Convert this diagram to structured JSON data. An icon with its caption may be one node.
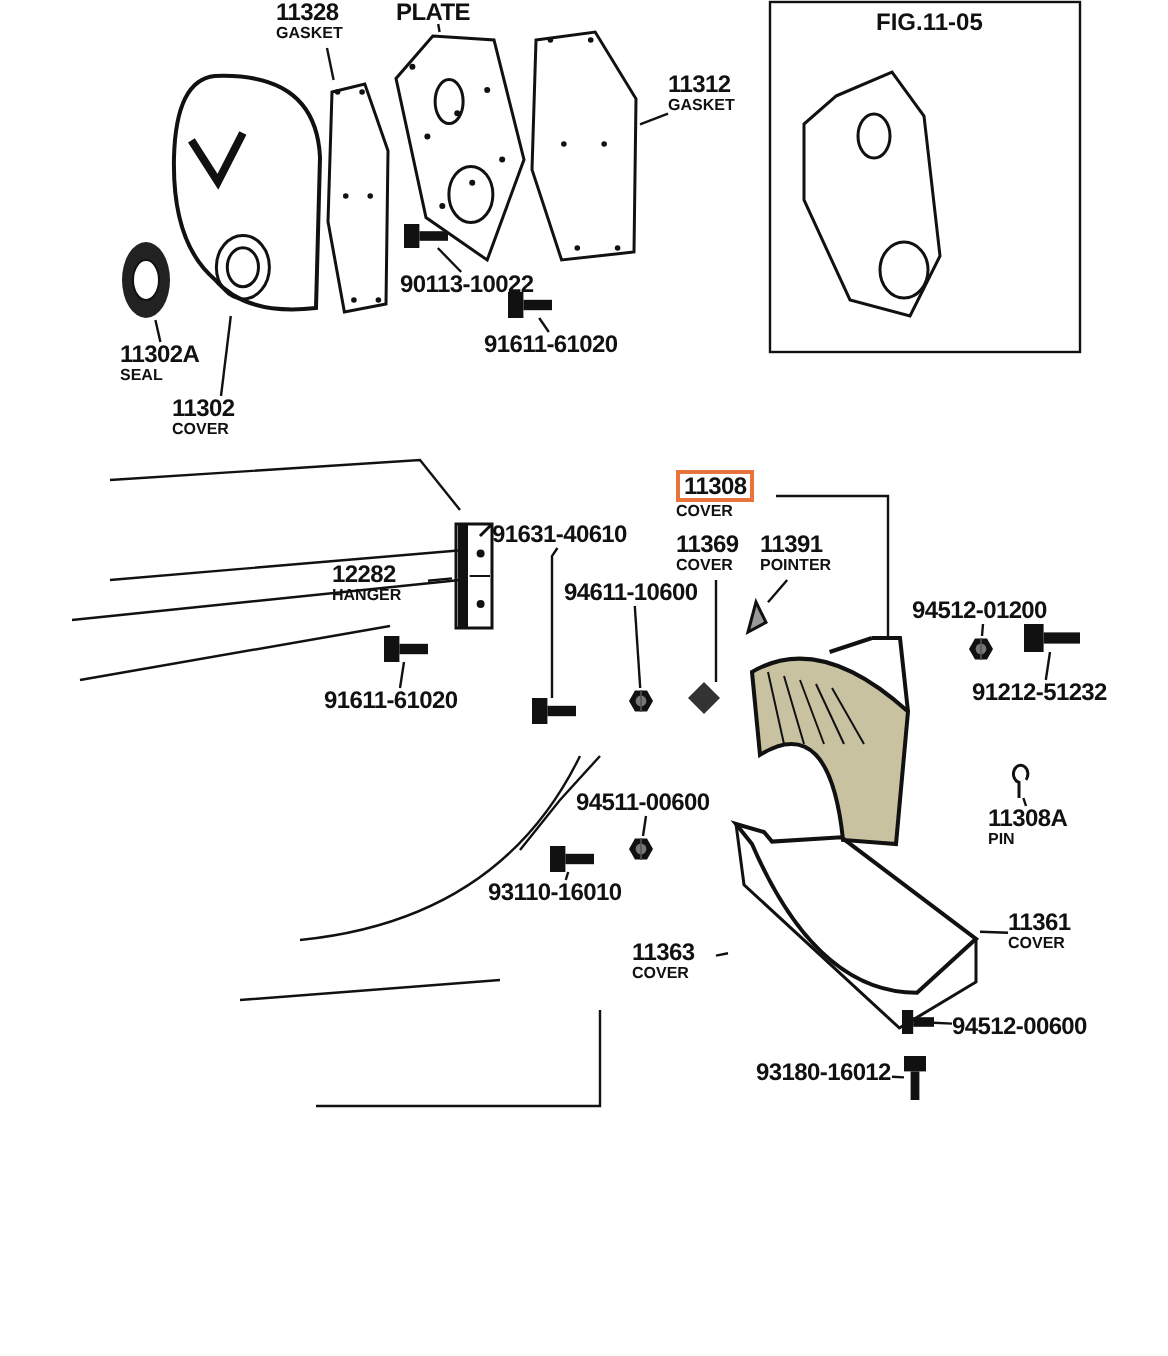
{
  "diagram": {
    "nodes": [
      {
        "text": [
          "11328",
          "GASKET"
        ]
      },
      {
        "text": [
          "PLATE"
        ]
      },
      {
        "text": [
          "11312",
          "GASKET"
        ]
      },
      {
        "text": [
          "90113-10022"
        ]
      },
      {
        "text": [
          "91611-61020"
        ]
      },
      {
        "text": [
          "11302A",
          "SEAL"
        ]
      },
      {
        "text": [
          "11302",
          "COVER"
        ]
      },
      {
        "text": [
          "11308",
          "COVER"
        ]
      },
      {
        "text": [
          "11369",
          "COVER"
        ]
      },
      {
        "text": [
          "11391",
          "POINTER"
        ]
      },
      {
        "text": [
          "91631-40610"
        ]
      },
      {
        "text": [
          "12282",
          "HANGER"
        ]
      },
      {
        "text": [
          "91611-61020"
        ]
      },
      {
        "text": [
          "94611-10600"
        ]
      },
      {
        "text": [
          "94512-01200"
        ]
      },
      {
        "text": [
          "91212-51232"
        ]
      },
      {
        "text": [
          "11308A",
          "PIN"
        ]
      },
      {
        "text": [
          "94511-00600"
        ]
      },
      {
        "text": [
          "93110-16010"
        ]
      },
      {
        "text": [
          "11363",
          "COVER"
        ]
      },
      {
        "text": [
          "11361",
          "COVER"
        ]
      },
      {
        "text": [
          "94512-00600"
        ]
      },
      {
        "text": [
          "93180-16012"
        ]
      },
      {
        "text": [],
        "shape": "picture"
      },
      {
        "text": [],
        "shape": "picture"
      },
      {
        "text": [],
        "shape": "picture"
      },
      {
        "text": [],
        "shape": "picture"
      },
      {
        "text": [],
        "shape": "picture"
      },
      {
        "text": [],
        "shape": "picture"
      },
      {
        "text": [],
        "shape": "picture"
      },
      {
        "text": [],
        "shape": "picture"
      },
      {
        "text": [],
        "shape": "picture"
      },
      {
        "text": [],
        "shape": "picture"
      },
      {
        "text": [],
        "shape": "picture"
      },
      {
        "text": [],
        "shape": "picture"
      },
      {
        "text": [],
        "shape": "picture"
      },
      {
        "text": [],
        "shape": "picture"
      },
      {
        "text": [],
        "shape": "picture"
      },
      {
        "text": [],
        "shape": "picture"
      },
      {
        "text": [],
        "shape": "picture"
      },
      {
        "text": [],
        "shape": "picture"
      },
      {
        "text": [],
        "shape": "picture"
      },
      {
        "text": [],
        "shape": "picture"
      },
      {
        "text": [],
        "shape": "picture"
      },
      {
        "text": [],
        "shape": "picture"
      }
    ],
    "edges": [
      {
        "from": 0,
        "to": 25,
        "arrow": "none"
      },
      {
        "from": 1,
        "to": 26,
        "arrow": "none"
      },
      {
        "from": 2,
        "to": 27,
        "arrow": "none"
      },
      {
        "from": 3,
        "to": 28,
        "arrow": "none"
      },
      {
        "from": 4,
        "to": 29,
        "arrow": "none"
      },
      {
        "from": 5,
        "to": 24,
        "arrow": "none"
      },
      {
        "from": 6,
        "to": 23,
        "arrow": "none"
      },
      {
        "from": 7,
        "to": 30,
        "arrow": "none"
      },
      {
        "from": 8,
        "to": 31,
        "arrow": "none"
      },
      {
        "from": 9,
        "to": 32,
        "arrow": "none"
      },
      {
        "from": 10,
        "to": 33,
        "arrow": "none"
      },
      {
        "from": 11,
        "to": 34,
        "arrow": "none"
      },
      {
        "from": 12,
        "to": 35,
        "arrow": "none"
      },
      {
        "from": 13,
        "to": 36,
        "arrow": "none"
      },
      {
        "from": 14,
        "to": 37,
        "arrow": "none"
      },
      {
        "from": 15,
        "to": 38,
        "arrow": "none"
      },
      {
        "from": 16,
        "to": 39,
        "arrow": "none"
      },
      {
        "from": 17,
        "to": 40,
        "arrow": "none"
      },
      {
        "from": 18,
        "to": 41,
        "arrow": "none"
      },
      {
        "from": 19,
        "to": 42,
        "arrow": "none"
      },
      {
        "from": 20,
        "to": 42,
        "arrow": "none"
      },
      {
        "from": 21,
        "to": 43,
        "arrow": "none"
      },
      {
        "from": 22,
        "to": 44,
        "arrow": "none"
      }
    ],
    "labels": [
      "FIG.11-05"
    ]
  }
}
